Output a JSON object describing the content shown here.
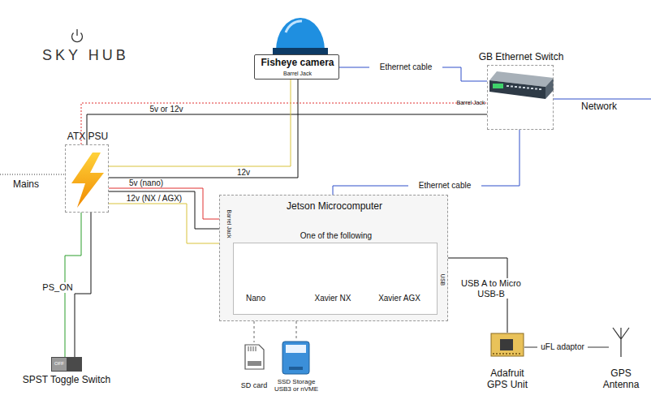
{
  "diagram": {
    "nodes": [
      {
        "text": [
          "Fisheye camera",
          "Barrel Jack"
        ]
      },
      {
        "text": [
          "GB Ethernet Switch"
        ]
      },
      {
        "text": [
          "ATX PSU"
        ]
      },
      {
        "text": [
          "Jetson Microcomputer"
        ]
      },
      {
        "text": [
          "One of the following"
        ],
        "in": 3
      },
      {
        "text": [
          "Nano"
        ],
        "in": 4
      },
      {
        "text": [
          "Xavier NX"
        ],
        "in": 4
      },
      {
        "text": [
          "Xavier AGX"
        ],
        "in": 4
      },
      {
        "text": [
          "SD card"
        ]
      },
      {
        "text": [
          "SSD Storage USB3 or nVME"
        ]
      },
      {
        "text": [
          "SPST Toggle Switch"
        ]
      },
      {
        "text": [
          "Adafruit GPS Unit"
        ]
      },
      {
        "text": [
          "GPS Antenna"
        ]
      }
    ],
    "edges": [
      {
        "from": 0,
        "to": 1,
        "label": "Ethernet cable",
        "arrow": "none"
      },
      {
        "from": 2,
        "to": 1,
        "label": "5v or 12v",
        "arrow": "none"
      },
      {
        "from": 2,
        "to": 1,
        "arrow": "none"
      },
      {
        "from": 2,
        "to": 0,
        "label": "12v",
        "arrow": "none"
      },
      {
        "from": 2,
        "to": 0,
        "arrow": "none"
      },
      {
        "from": 2,
        "to": 3,
        "label": "5v (nano)",
        "arrow": "none"
      },
      {
        "from": 2,
        "to": 3,
        "arrow": "none"
      },
      {
        "from": 2,
        "to": 3,
        "label": "12v (NX / AGX)",
        "arrow": "none"
      },
      {
        "from": 3,
        "to": 1,
        "label": "Ethernet cable",
        "arrow": "none"
      },
      {
        "from": 3,
        "to": 11,
        "label": "USB A to Micro USB-B",
        "arrow": "none"
      },
      {
        "from": 11,
        "to": 12,
        "label": "uFL adaptor",
        "arrow": "none"
      },
      {
        "from": 2,
        "to": 10,
        "label": "PS_ON",
        "arrow": "none"
      },
      {
        "from": 2,
        "to": 10,
        "arrow": "none"
      },
      {
        "from": 3,
        "to": 8,
        "arrow": "none"
      },
      {
        "from": 3,
        "to": 9,
        "arrow": "none"
      }
    ],
    "labels": [
      "SKY HUB",
      "Mains",
      "Network",
      "Barrel Jack",
      "Barrel Jack",
      "USB",
      "OFF"
    ]
  }
}
